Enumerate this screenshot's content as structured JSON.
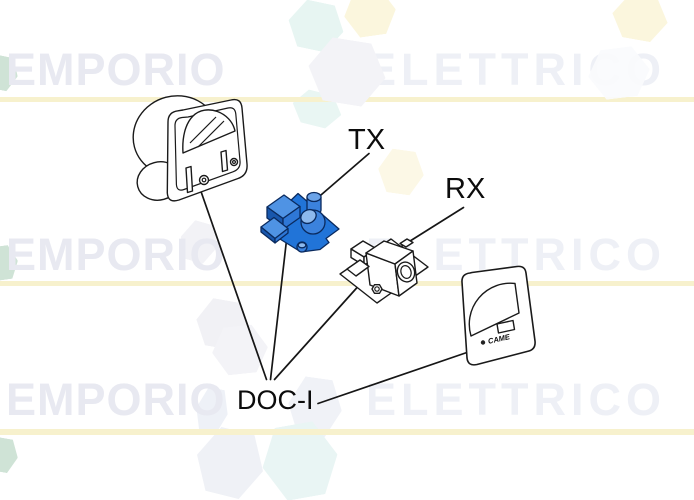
{
  "watermark": {
    "word_left": "EMPORIO",
    "word_right": "ELETTRICO",
    "left_color": "#e8e9f1",
    "right_color": "#eef0f6",
    "underline_color": "#f7f1cd",
    "hex_colors": {
      "cyan": "#e8f4f3",
      "yellow": "#fbf6dd",
      "gray": "#f2f2f6",
      "teal_edge": "#cfe3d6"
    }
  },
  "diagram": {
    "tx_label": "TX",
    "rx_label": "RX",
    "doc_label": "DOC-I",
    "cover_logo": "CAME",
    "board_color": "#2174d8",
    "outline_color": "#1a1a1a"
  }
}
